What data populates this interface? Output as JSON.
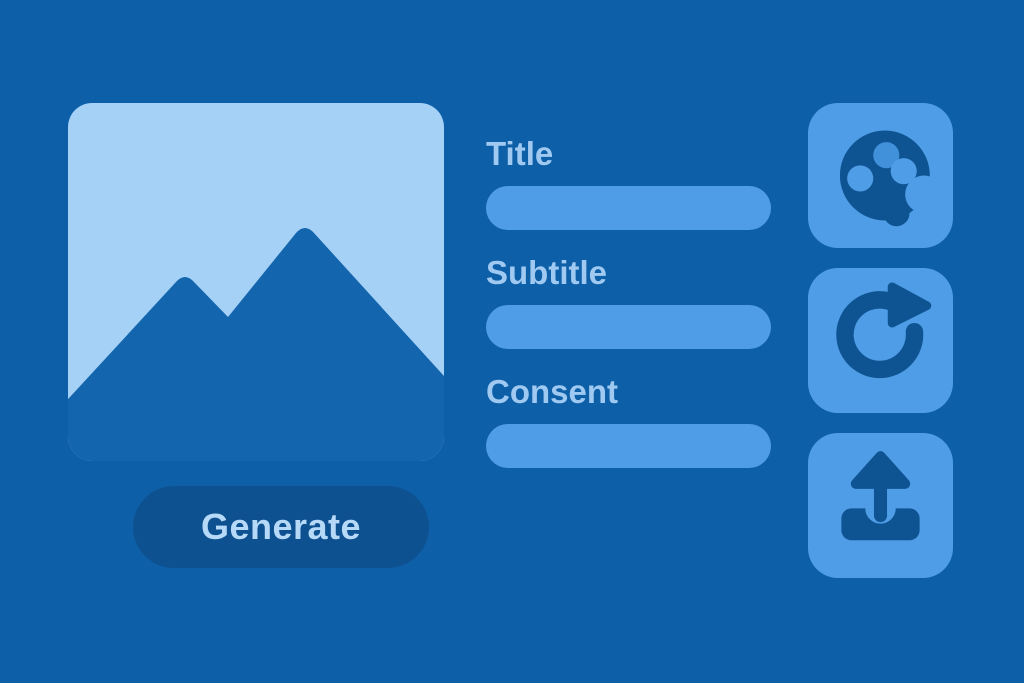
{
  "colors": {
    "background": "#0d5fa8",
    "placeholder": "#a6d1f6",
    "mountain": "#1366ad",
    "field_fill": "#4f9de6",
    "action_fill": "#4f9de6",
    "glyph": "#0f5492",
    "generate_fill": "#0e5190",
    "generate_text": "#b7d9f8",
    "label_text": "#9fc9f1",
    "palette_well": "#4191da"
  },
  "preview": {
    "description": "image placeholder with mountain graphic"
  },
  "generate": {
    "label": "Generate"
  },
  "form": {
    "fields": [
      {
        "label": "Title"
      },
      {
        "label": "Subtitle"
      },
      {
        "label": "Consent"
      }
    ]
  },
  "actions": {
    "buttons": [
      {
        "icon": "palette-icon"
      },
      {
        "icon": "refresh-icon"
      },
      {
        "icon": "upload-icon"
      }
    ]
  }
}
